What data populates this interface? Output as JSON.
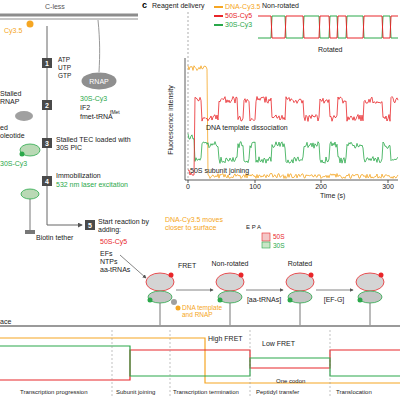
{
  "diagram": {
    "nodes": [
      {
        "text": [
          "RNAP"
        ]
      },
      {
        "text": [
          "1"
        ]
      },
      {
        "text": [
          "2"
        ]
      },
      {
        "text": [
          "3"
        ]
      },
      {
        "text": [
          "4"
        ]
      },
      {
        "text": [
          "5"
        ]
      }
    ],
    "labels": [
      "C-less",
      "Cy3.5",
      "ATP",
      "UTP",
      "GTP",
      "Stalled RNAP",
      "ed",
      "oleotide",
      "30S-Cy3",
      "IF2",
      "fmet-tRNA",
      "fMet",
      "Stalled TEC loaded with 30S PIC",
      "30S-Cy3",
      "Immobilization",
      "532 nm laser excitation",
      "Biotin tether",
      "Start reaction by adding:",
      "50S-Cy5",
      "EFs",
      "NTPs",
      "aa-tRNAs",
      "DNA-Cy3.5 moves closer to surface",
      "E P A",
      "50S",
      "30S",
      "Non-rotated",
      "Rotated",
      "[aa-tRNAs]",
      "[EF-G]",
      "FRET",
      "DNA template and RNAP",
      "ace",
      "High FRET",
      "Low FRET",
      "One codon",
      "Transcription progression",
      "Subunit joining",
      "Transcription termination",
      "Peptidyl transfer",
      "Translocation",
      "c",
      "Reagent delivery",
      "Non-rotated",
      "Rotated",
      "DNA template dissociation",
      "50S subunit joining",
      "Fluorescence intensity",
      "Time (s)",
      "0",
      "100",
      "200",
      "300"
    ],
    "legend": [
      {
        "text": "DNA-Cy3.5",
        "color": "#f5a623"
      },
      {
        "text": "50S-Cy5",
        "color": "#e8262a"
      },
      {
        "text": "30S-Cy3",
        "color": "#2aa84a"
      }
    ]
  }
}
